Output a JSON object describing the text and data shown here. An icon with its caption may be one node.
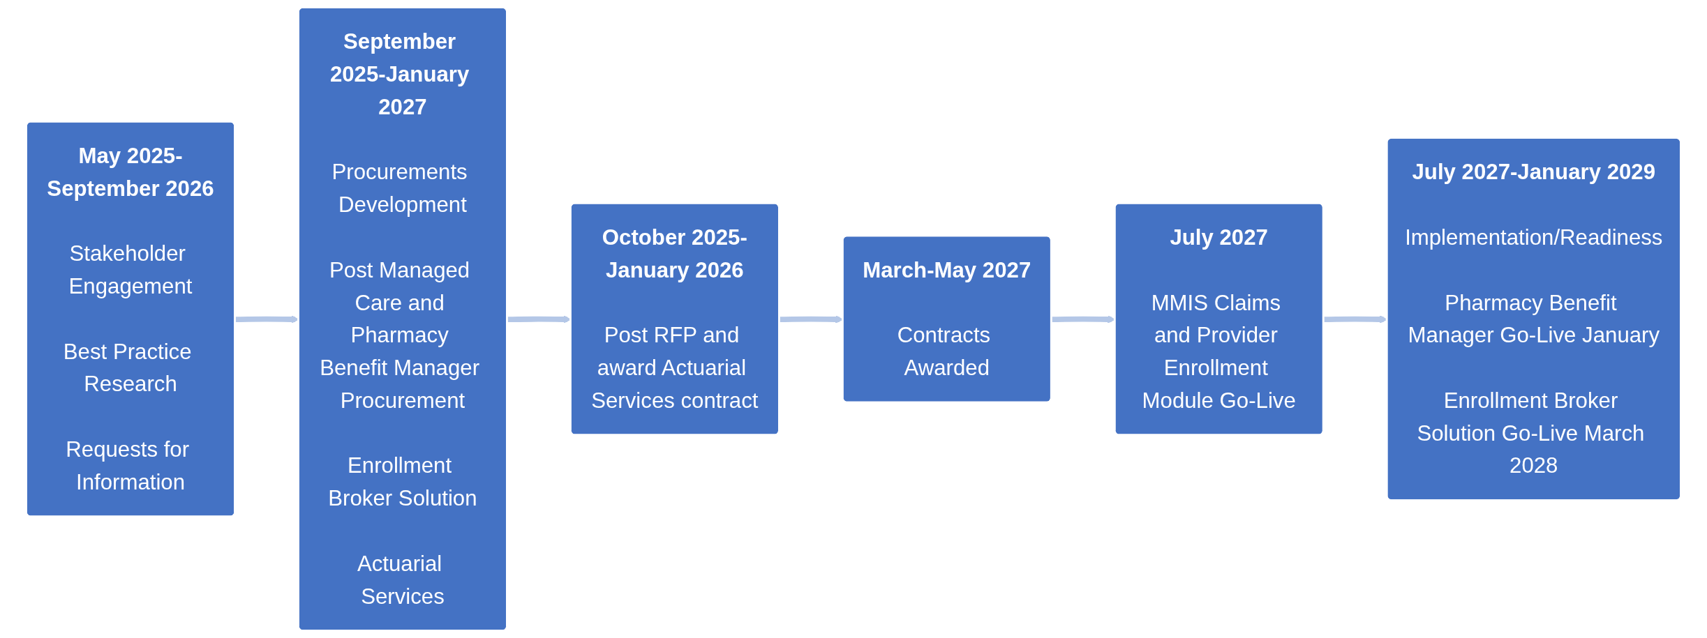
{
  "diagram": {
    "nodes": [
      {
        "text": [
          "May 2025-September 2026",
          "Stakeholder Engagement",
          "Best Practice Research",
          "Requests for Information"
        ]
      },
      {
        "text": [
          "September 2025-January 2027",
          "Procurements Development",
          "Post Managed Care and Pharmacy Benefit Manager Procurement",
          "Enrollment Broker Solution",
          "Actuarial Services"
        ]
      },
      {
        "text": [
          "October 2025-January 2026",
          "Post RFP and award Actuarial Services contract"
        ]
      },
      {
        "text": [
          "March-May 2027",
          "Contracts Awarded"
        ]
      },
      {
        "text": [
          "July 2027",
          "MMIS Claims and Provider Enrollment Module Go-Live"
        ]
      },
      {
        "text": [
          "July 2027-January 2029",
          "Implementation/Readiness",
          "Pharmacy Benefit Manager Go-Live January",
          "Enrollment Broker Solution Go-Live March 2028"
        ]
      }
    ],
    "edges": [
      {
        "from": 0,
        "to": 1,
        "arrow": "to"
      },
      {
        "from": 1,
        "to": 2,
        "arrow": "to"
      },
      {
        "from": 2,
        "to": 3,
        "arrow": "to"
      },
      {
        "from": 3,
        "to": 4,
        "arrow": "to"
      },
      {
        "from": 4,
        "to": 5,
        "arrow": "to"
      }
    ]
  }
}
